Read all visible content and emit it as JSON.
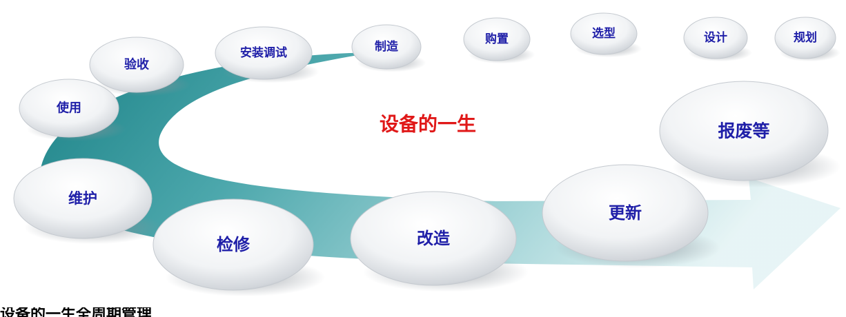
{
  "diagram": {
    "title": "设备的一生",
    "stages": [
      {
        "id": "guihua",
        "label": "规划"
      },
      {
        "id": "sheji",
        "label": "设计"
      },
      {
        "id": "xuanxing",
        "label": "选型"
      },
      {
        "id": "gouzhi",
        "label": "购置"
      },
      {
        "id": "zhizao",
        "label": "制造"
      },
      {
        "id": "anzhuang",
        "label": "安装调试"
      },
      {
        "id": "yanshou",
        "label": "验收"
      },
      {
        "id": "shiyong",
        "label": "使用"
      },
      {
        "id": "weihu",
        "label": "维护"
      },
      {
        "id": "jianxiu",
        "label": "检修"
      },
      {
        "id": "gaizao",
        "label": "改造"
      },
      {
        "id": "gengxin",
        "label": "更新"
      },
      {
        "id": "baofei",
        "label": "报废等"
      }
    ]
  },
  "footer": {
    "text": "设备的一生全周期管理"
  },
  "colors": {
    "arrow_dark": "#1a8d90",
    "arrow_light": "#cfe9eb",
    "label": "#1f1fa8",
    "title": "#e01818"
  }
}
